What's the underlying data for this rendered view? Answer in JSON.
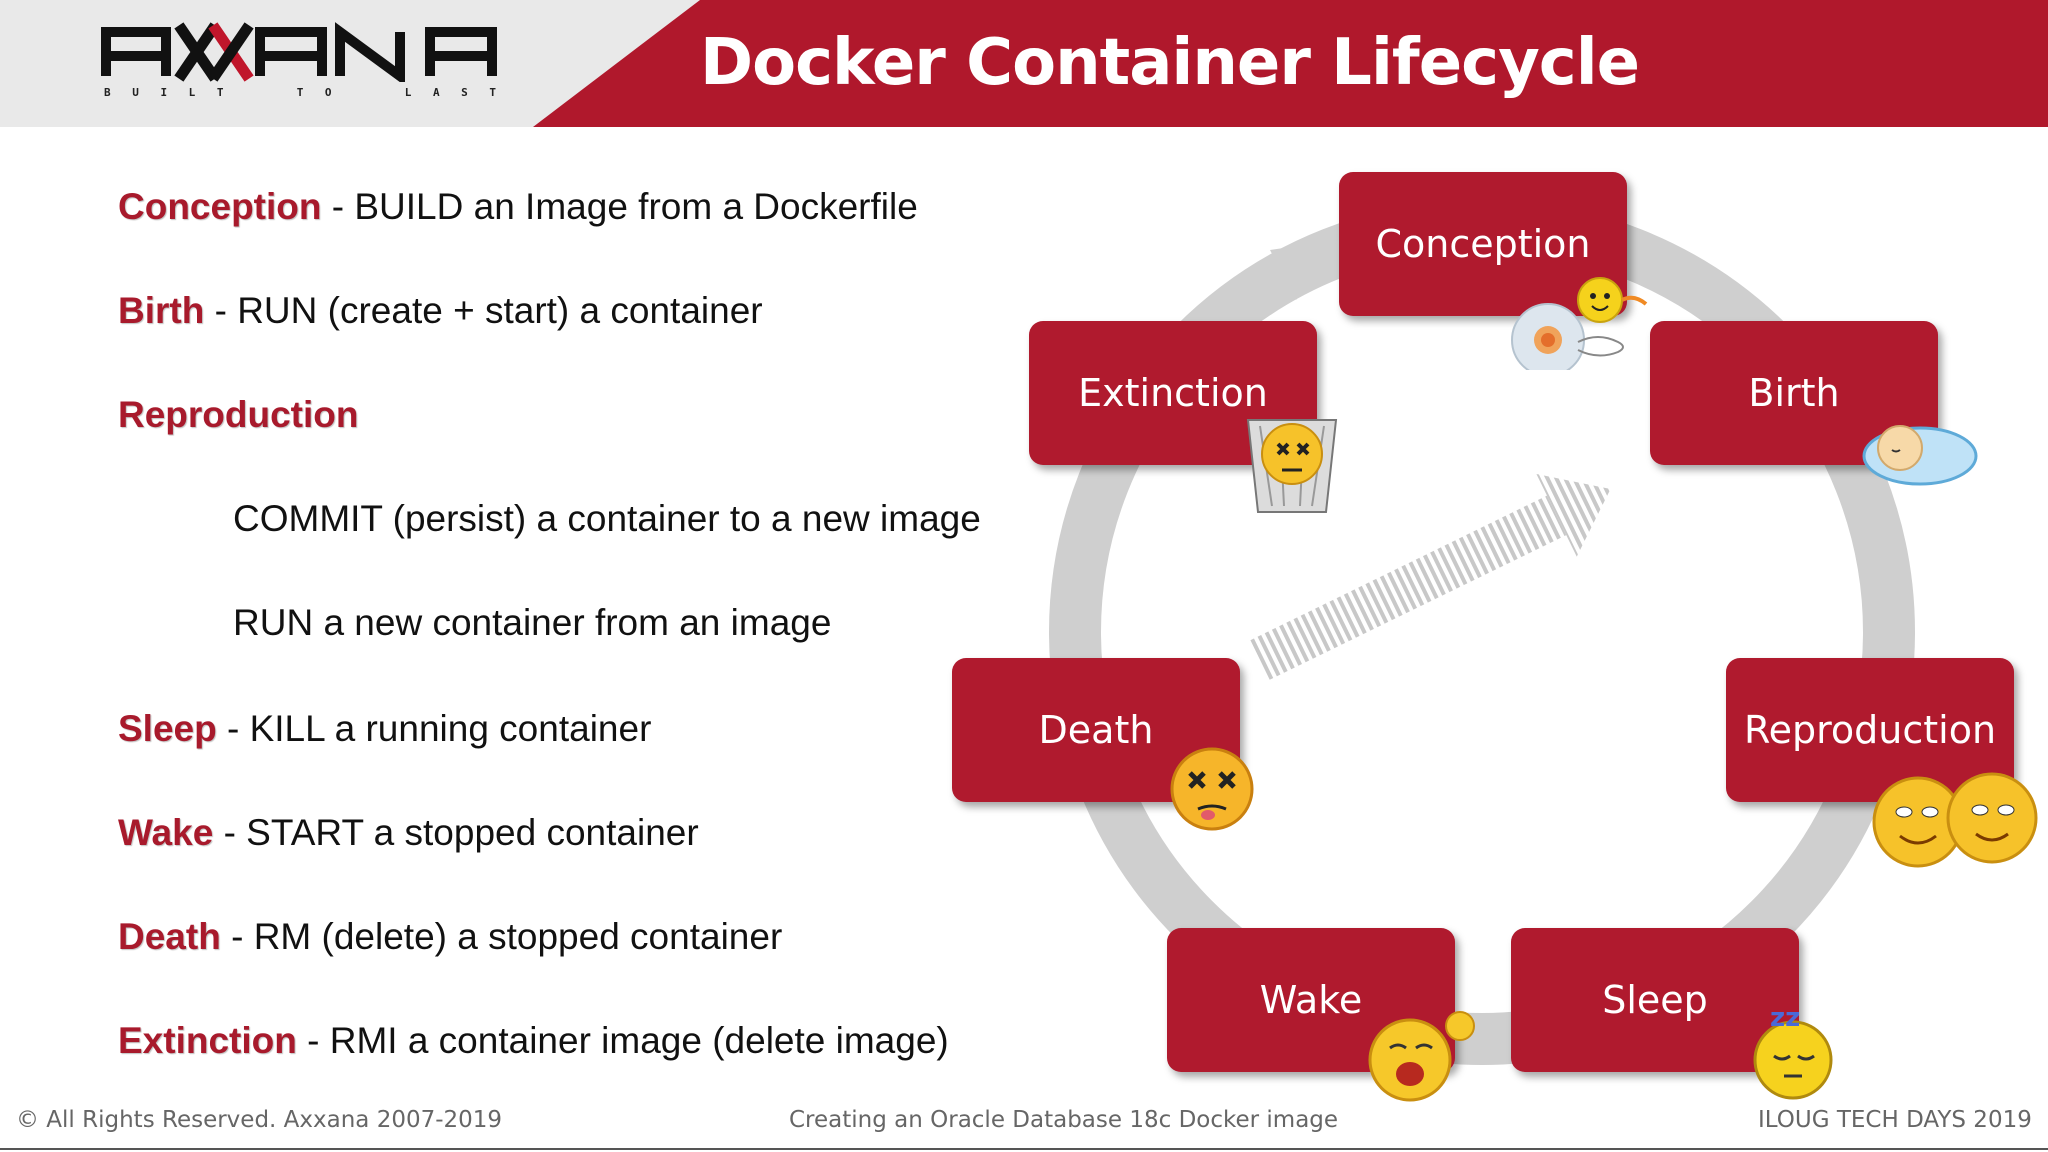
{
  "header": {
    "title": "Docker Container Lifecycle",
    "logo_text": "AXXANA",
    "logo_tagline": [
      "B",
      "U",
      "I",
      "L",
      "T",
      "T",
      "O",
      "L",
      "A",
      "S",
      "T"
    ],
    "accent_color": "#b0182c"
  },
  "lifecycle_text": [
    {
      "term": "Conception",
      "desc": " - BUILD an Image from a Dockerfile"
    },
    {
      "term": "Birth",
      "desc": " - RUN (create + start) a container"
    },
    {
      "term": "Reproduction",
      "desc": ""
    },
    {
      "term": "",
      "desc": "COMMIT (persist) a container to a new image"
    },
    {
      "term": "",
      "desc": "RUN a new container from an image"
    },
    {
      "term": "Sleep",
      "desc": " - KILL a running container"
    },
    {
      "term": "Wake",
      "desc": " - START a stopped container"
    },
    {
      "term": "Death",
      "desc": " - RM (delete) a stopped container"
    },
    {
      "term": "Extinction",
      "desc": " - RMI a container image (delete image)"
    }
  ],
  "diagram": {
    "stages": [
      "Conception",
      "Birth",
      "Reproduction",
      "Sleep",
      "Wake",
      "Death",
      "Extinction"
    ],
    "stage_color": "#b01a2e",
    "icons": [
      "sperm-egg-icon",
      "baby-icon",
      "twins-icon",
      "sleeping-face-icon",
      "yawning-face-icon",
      "dead-face-icon",
      "trash-bin-face-icon"
    ]
  },
  "footer": {
    "copyright": "© All Rights Reserved. Axxana 2007-2019",
    "center": "Creating an Oracle Database 18c Docker image",
    "event": "ILOUG TECH DAYS 2019"
  }
}
